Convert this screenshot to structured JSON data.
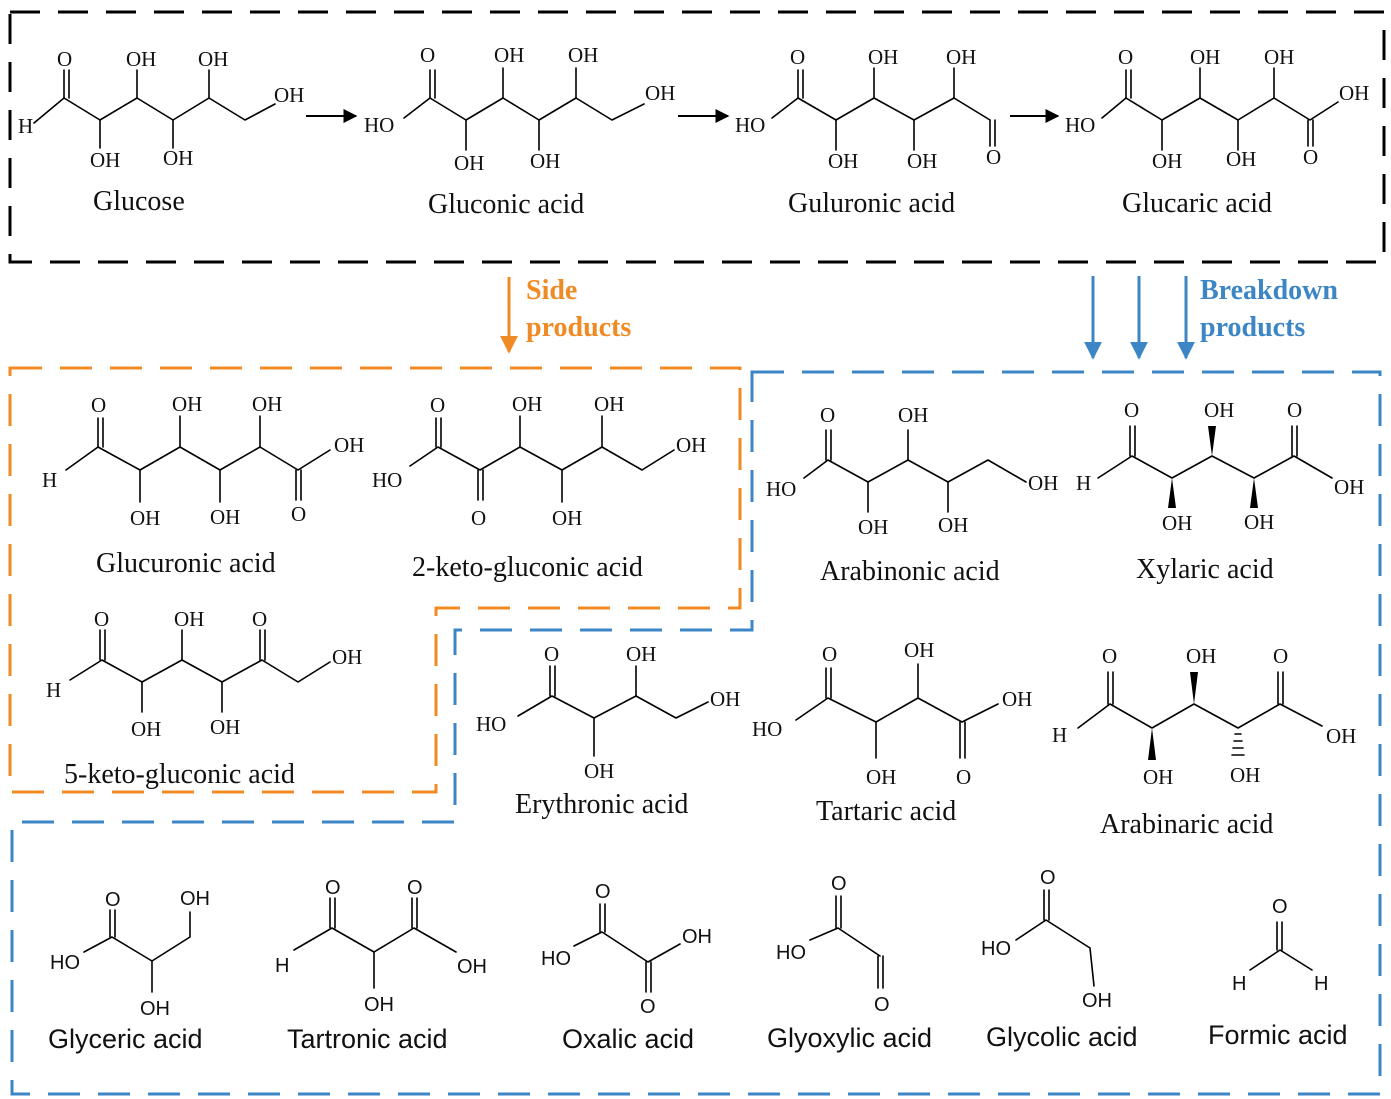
{
  "colors": {
    "ink": "#111111",
    "side": "#f08a24",
    "breakdown": "#3d86c6",
    "main": "#000000"
  },
  "labels": {
    "side_products": [
      "Side",
      "products"
    ],
    "breakdown_products": [
      "Breakdown",
      "products"
    ]
  },
  "molecules": [
    {
      "id": "glucose",
      "name": "Glucose",
      "atoms": [
        "O",
        "OH",
        "OH",
        "H",
        "OH",
        "OH",
        "OH"
      ]
    },
    {
      "id": "gluconic",
      "name": "Gluconic acid",
      "atoms": [
        "O",
        "OH",
        "OH",
        "HO",
        "OH",
        "OH",
        "OH"
      ]
    },
    {
      "id": "guluronic",
      "name": "Guluronic acid",
      "atoms": [
        "O",
        "OH",
        "OH",
        "HO",
        "OH",
        "OH",
        "O"
      ]
    },
    {
      "id": "glucaric",
      "name": "Glucaric acid",
      "atoms": [
        "O",
        "OH",
        "OH",
        "OH",
        "HO",
        "OH",
        "OH",
        "O"
      ]
    },
    {
      "id": "glucuronic",
      "name": "Glucuronic acid",
      "atoms": [
        "O",
        "OH",
        "OH",
        "OH",
        "H",
        "OH",
        "OH",
        "O"
      ]
    },
    {
      "id": "keto2",
      "name": "2-keto-gluconic acid",
      "atoms": [
        "O",
        "OH",
        "OH",
        "OH",
        "HO",
        "O",
        "OH"
      ]
    },
    {
      "id": "keto5",
      "name": "5-keto-gluconic acid",
      "atoms": [
        "O",
        "OH",
        "O",
        "OH",
        "H",
        "OH",
        "OH"
      ]
    },
    {
      "id": "arabinonic",
      "name": "Arabinonic acid",
      "atoms": [
        "O",
        "OH",
        "HO",
        "OH",
        "OH",
        "OH"
      ]
    },
    {
      "id": "xylaric",
      "name": "Xylaric acid",
      "atoms": [
        "O",
        "OH",
        "O",
        "H",
        "OH",
        "OH",
        "OH"
      ]
    },
    {
      "id": "erythronic",
      "name": "Erythronic acid",
      "atoms": [
        "O",
        "OH",
        "OH",
        "HO",
        "OH"
      ]
    },
    {
      "id": "tartaric",
      "name": "Tartaric acid",
      "atoms": [
        "O",
        "OH",
        "OH",
        "HO",
        "OH",
        "O"
      ]
    },
    {
      "id": "arabinaric",
      "name": "Arabinaric acid",
      "atoms": [
        "O",
        "OH",
        "O",
        "H",
        "OH",
        "OH",
        "OH"
      ]
    },
    {
      "id": "glyceric",
      "name": "Glyceric acid",
      "atoms": [
        "O",
        "OH",
        "HO",
        "OH"
      ]
    },
    {
      "id": "tartronic",
      "name": "Tartronic acid",
      "atoms": [
        "O",
        "O",
        "H",
        "OH",
        "OH"
      ]
    },
    {
      "id": "oxalic",
      "name": "Oxalic acid",
      "atoms": [
        "O",
        "OH",
        "HO",
        "O"
      ]
    },
    {
      "id": "glyoxylic",
      "name": "Glyoxylic acid",
      "atoms": [
        "O",
        "HO",
        "O"
      ]
    },
    {
      "id": "glycolic",
      "name": "Glycolic acid",
      "atoms": [
        "O",
        "HO",
        "OH"
      ]
    },
    {
      "id": "formic",
      "name": "Formic acid",
      "atoms": [
        "O",
        "H",
        "H"
      ]
    }
  ]
}
